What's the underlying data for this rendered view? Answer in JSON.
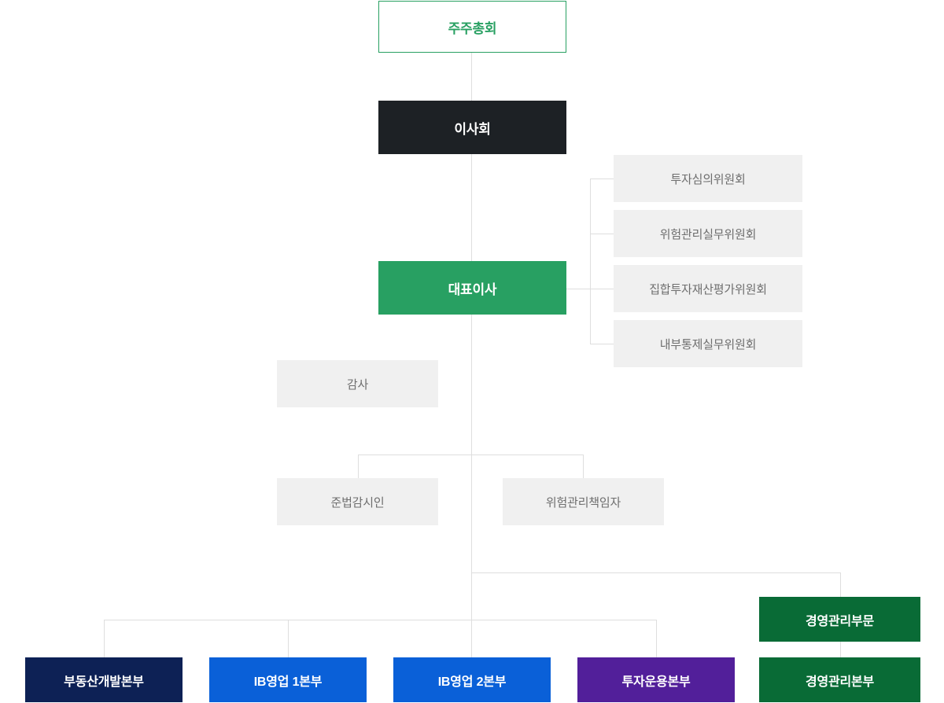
{
  "org_chart": {
    "nodes": {
      "shareholders_meeting": "주주총회",
      "board_of_directors": "이사회",
      "ceo": "대표이사",
      "audit": "감사",
      "compliance_officer": "준법감시인",
      "risk_management_officer": "위험관리책임자",
      "management_division": "경영관리부문",
      "real_estate_development": "부동산개발본부",
      "ib_sales_1": "IB영업 1본부",
      "ib_sales_2": "IB영업 2본부",
      "investment_management": "투자운용본부",
      "management_hq": "경영관리본부"
    },
    "board_committees": [
      "투자심의위원회",
      "위험관리실무위원회",
      "집합투자재산평가위원회",
      "내부통제실무위원회"
    ],
    "hierarchy": {
      "주주총회": [
        "이사회"
      ],
      "이사회": [
        "대표이사"
      ],
      "대표이사": [
        "투자심의위원회",
        "위험관리실무위원회",
        "집합투자재산평가위원회",
        "내부통제실무위원회",
        "준법감시인",
        "위험관리책임자",
        "경영관리부문",
        "부동산개발본부",
        "IB영업 1본부",
        "IB영업 2본부",
        "투자운용본부"
      ],
      "경영관리부문": [
        "경영관리본부"
      ],
      "standalone": [
        "감사"
      ]
    },
    "colors": {
      "accent_green": "#28a062",
      "dark": "#1d2125",
      "gray_box_bg": "#f0f0f0",
      "gray_box_text": "#6e6e6e",
      "dark_green": "#096b36",
      "navy": "#0d2155",
      "blue": "#0a60d8",
      "purple": "#521f9a",
      "connector_line": "#dedede"
    }
  }
}
